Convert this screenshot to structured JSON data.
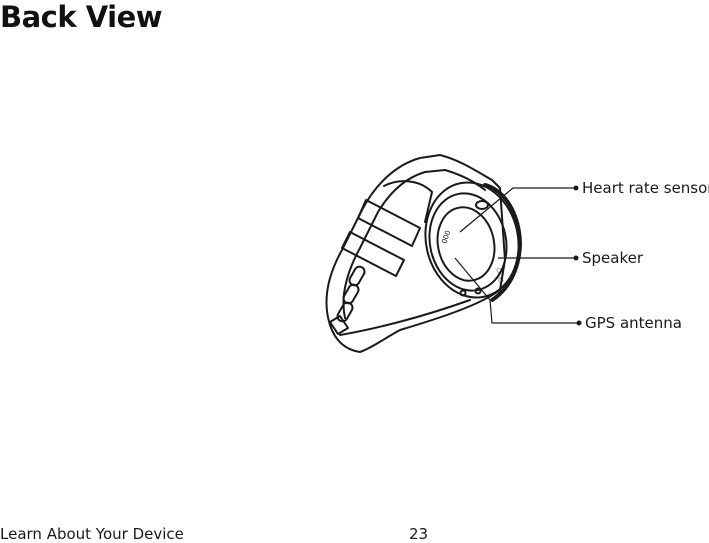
{
  "page": {
    "title": "Back View"
  },
  "figure": {
    "callouts": [
      {
        "id": "heart-rate-sensor",
        "label": "Heart rate sensor"
      },
      {
        "id": "speaker",
        "label": "Speaker"
      },
      {
        "id": "gps-antenna",
        "label": "GPS antenna"
      }
    ]
  },
  "footer": {
    "section": "Learn About Your Device",
    "page_number": "23"
  }
}
